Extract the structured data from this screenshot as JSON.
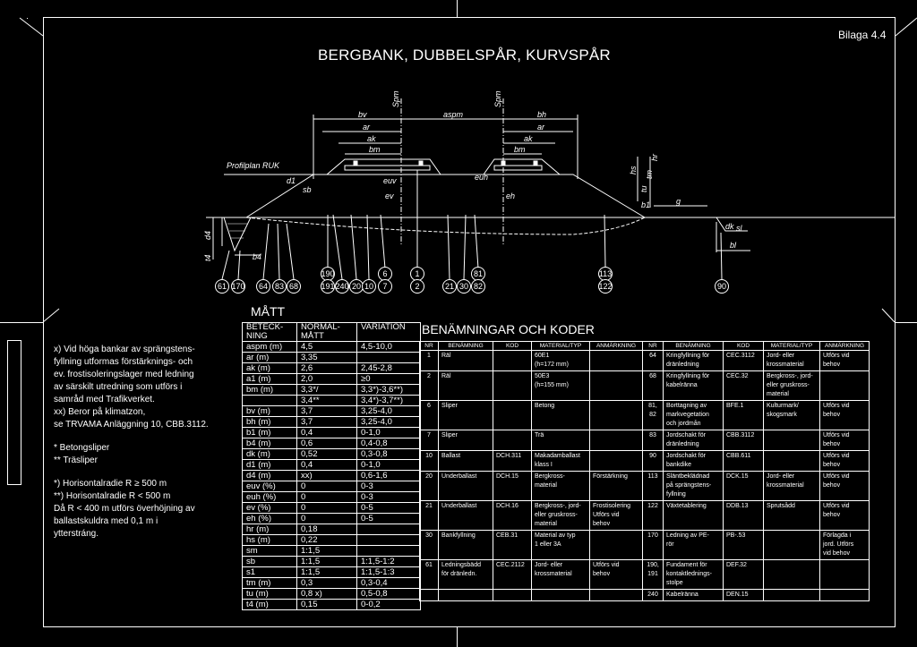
{
  "title": "BERGBANK, DUBBELSPÅR, KURVSPÅR",
  "appendix": "Bilaga 4.4",
  "drawing": {
    "profile_label": "Profilplan RUK",
    "dim_labels": {
      "bv": "bv",
      "bh": "bh",
      "aspm": "aspm",
      "spm_left": "Spm",
      "spm_right": "Spm",
      "ar_left": "ar",
      "ar_right": "ar",
      "ak_left": "ak",
      "ak_right": "ak",
      "bm_left": "bm",
      "bm_right": "bm",
      "b1": "b1",
      "b4": "b4",
      "bl": "bl",
      "d4": "d4",
      "t4": "t4",
      "dk": "dk",
      "d1": "d1",
      "euv": "euv",
      "euh": "euh",
      "ev": "ev",
      "eh": "eh",
      "sb": "sb",
      "sl": "sl",
      "g": "g",
      "hr": "hr",
      "hs": "hs",
      "tu": "tu",
      "tm": "tm"
    },
    "bubbles": [
      "61",
      "170",
      "64",
      "83",
      "68",
      "190",
      "191",
      "240",
      "20",
      "10",
      "6",
      "7",
      "1",
      "2",
      "21",
      "30",
      "81",
      "82",
      "113",
      "122",
      "90"
    ]
  },
  "notes": {
    "n1": "x) Vid höga bankar av sprängstens-",
    "n2": "fyllning utformas förstärknings- och",
    "n3": "ev. frostisoleringslager med ledning",
    "n4": "av särskilt utredning som utförs i",
    "n5": "samråd med Trafikverket.",
    "n6": "xx) Beror på klimatzon,",
    "n7": "se TRVAMA Anläggning 10, CBB.3112.",
    "n8": "* Betongsliper",
    "n9": "** Träsliper",
    "n10": "*) Horisontalradie R ≥ 500 m",
    "n11": "**) Horisontalradie R < 500 m",
    "n12": "Då R < 400 m utförs överhöjning av",
    "n13": "ballastskuldra med 0,1 m i",
    "n14": "ytterstráng."
  },
  "matt": {
    "title": "MÅTT",
    "headers": [
      "BETECK-\nNING",
      "NORMAL-\nMÅTT",
      "VARIATION"
    ],
    "rows": [
      [
        "aspm (m)",
        "4,5",
        "4,5-10,0"
      ],
      [
        "ar (m)",
        "3,35",
        ""
      ],
      [
        "ak (m)",
        "2,6",
        "2,45-2,8"
      ],
      [
        "a1 (m)",
        "2,0",
        "≥0"
      ],
      [
        "bm (m)",
        "3,3*/",
        "3,3*)-3,6**)"
      ],
      [
        "",
        "3,4**",
        "3,4*)-3,7**)"
      ],
      [
        "bv (m)",
        "3,7",
        "3,25-4,0"
      ],
      [
        "bh (m)",
        "3,7",
        "3,25-4,0"
      ],
      [
        "b1 (m)",
        "0,4",
        "0-1,0"
      ],
      [
        "b4 (m)",
        "0,6",
        "0,4-0,8"
      ],
      [
        "dk (m)",
        "0,52",
        "0,3-0,8"
      ],
      [
        "d1 (m)",
        "0,4",
        "0-1,0"
      ],
      [
        "d4 (m)",
        "xx)",
        "0,6-1,6"
      ],
      [
        "euv (%)",
        "0",
        "0-3"
      ],
      [
        "euh (%)",
        "0",
        "0-3"
      ],
      [
        "ev (%)",
        "0",
        "0-5"
      ],
      [
        "eh (%)",
        "0",
        "0-5"
      ],
      [
        "hr (m)",
        "0,18",
        ""
      ],
      [
        "hs (m)",
        "0,22",
        ""
      ],
      [
        "sm",
        "1:1,5",
        ""
      ],
      [
        "sb",
        "1:1,5",
        "1:1,5-1:2"
      ],
      [
        "s1",
        "1:1,5",
        "1:1,5-1:3"
      ],
      [
        "tm (m)",
        "0,3",
        "0,3-0,4"
      ],
      [
        "tu (m)",
        "0,8 x)",
        "0,5-0,8"
      ],
      [
        "t4 (m)",
        "0,15",
        "0-0,2"
      ]
    ]
  },
  "kod": {
    "title": "BENÄMNINGAR OCH KODER",
    "headers": [
      "NR",
      "BENÄMNING",
      "KOD",
      "MATERIAL/TYP",
      "ANMÄRKNING",
      "NR",
      "BENÄMNING",
      "KOD",
      "MATERIAL/TYP",
      "ANMÄRKNING"
    ],
    "rows": [
      [
        "1",
        "Räl",
        "",
        "60E1\n(h=172 mm)",
        "",
        "64",
        "Kringfyllning för\ndränledning",
        "CEC.3112",
        "Jord- eller\nkrossmaterial",
        "Utförs vid\nbehov"
      ],
      [
        "2",
        "Räl",
        "",
        "50E3\n(h=155 mm)",
        "",
        "68",
        "Kringfyllning för\nkabelränna",
        "CEC.32",
        "Bergkross-, jord-\neller gruskross-\nmaterial",
        ""
      ],
      [
        "6",
        "Sliper",
        "",
        "Betong",
        "",
        "81,\n82",
        "Borttagning av\nmarkvegetation\noch jordmån",
        "BFE.1",
        "Kulturmark/\nskogsmark",
        "Utförs vid\nbehov"
      ],
      [
        "7",
        "Sliper",
        "",
        "Trä",
        "",
        "83",
        "Jordschakt för\ndränledning",
        "CBB.3112",
        "",
        "Utförs vid\nbehov"
      ],
      [
        "10",
        "Ballast",
        "DCH.311",
        "Makadamballast\nklass I",
        "",
        "90",
        "Jordschakt för\nbankdike",
        "CBB.611",
        "",
        "Utförs vid\nbehov"
      ],
      [
        "20",
        "Underballast",
        "DCH.15",
        "Bergkross-\nmaterial",
        "Förstärkning",
        "113",
        "Släntbeklädnad\npå sprängstens-\nfyllning",
        "DCK.15",
        "Jord- eller\nkrossmaterial",
        "Utförs vid\nbehov"
      ],
      [
        "21",
        "Underballast",
        "DCH.16",
        "Bergkross-, jord-\neller gruskross-\nmaterial",
        "Frostisolering\nUtförs vid\nbehov",
        "122",
        "Växtetablering",
        "DDB.13",
        "Sprutsådd",
        "Utförs vid\nbehov"
      ],
      [
        "30",
        "Bankfyllning",
        "CEB.31",
        "Material av typ\n1 eller 3A",
        "",
        "170",
        "Ledning av PE-\nrör",
        "PB-.53",
        "",
        "Förlagda i\njord. Utförs\nvid behov"
      ],
      [
        "61",
        "Ledningsbädd\nför dränledn.",
        "CEC.2112",
        "Jord- eller\nkrossmaterial",
        "Utförs vid\nbehov",
        "190,\n191",
        "Fundament för\nkontaktlednings-\nstolpe",
        "DEF.32",
        "",
        ""
      ],
      [
        "",
        "",
        "",
        "",
        "",
        "240",
        "Kabelränna",
        "DEN.15",
        "",
        ""
      ]
    ]
  }
}
